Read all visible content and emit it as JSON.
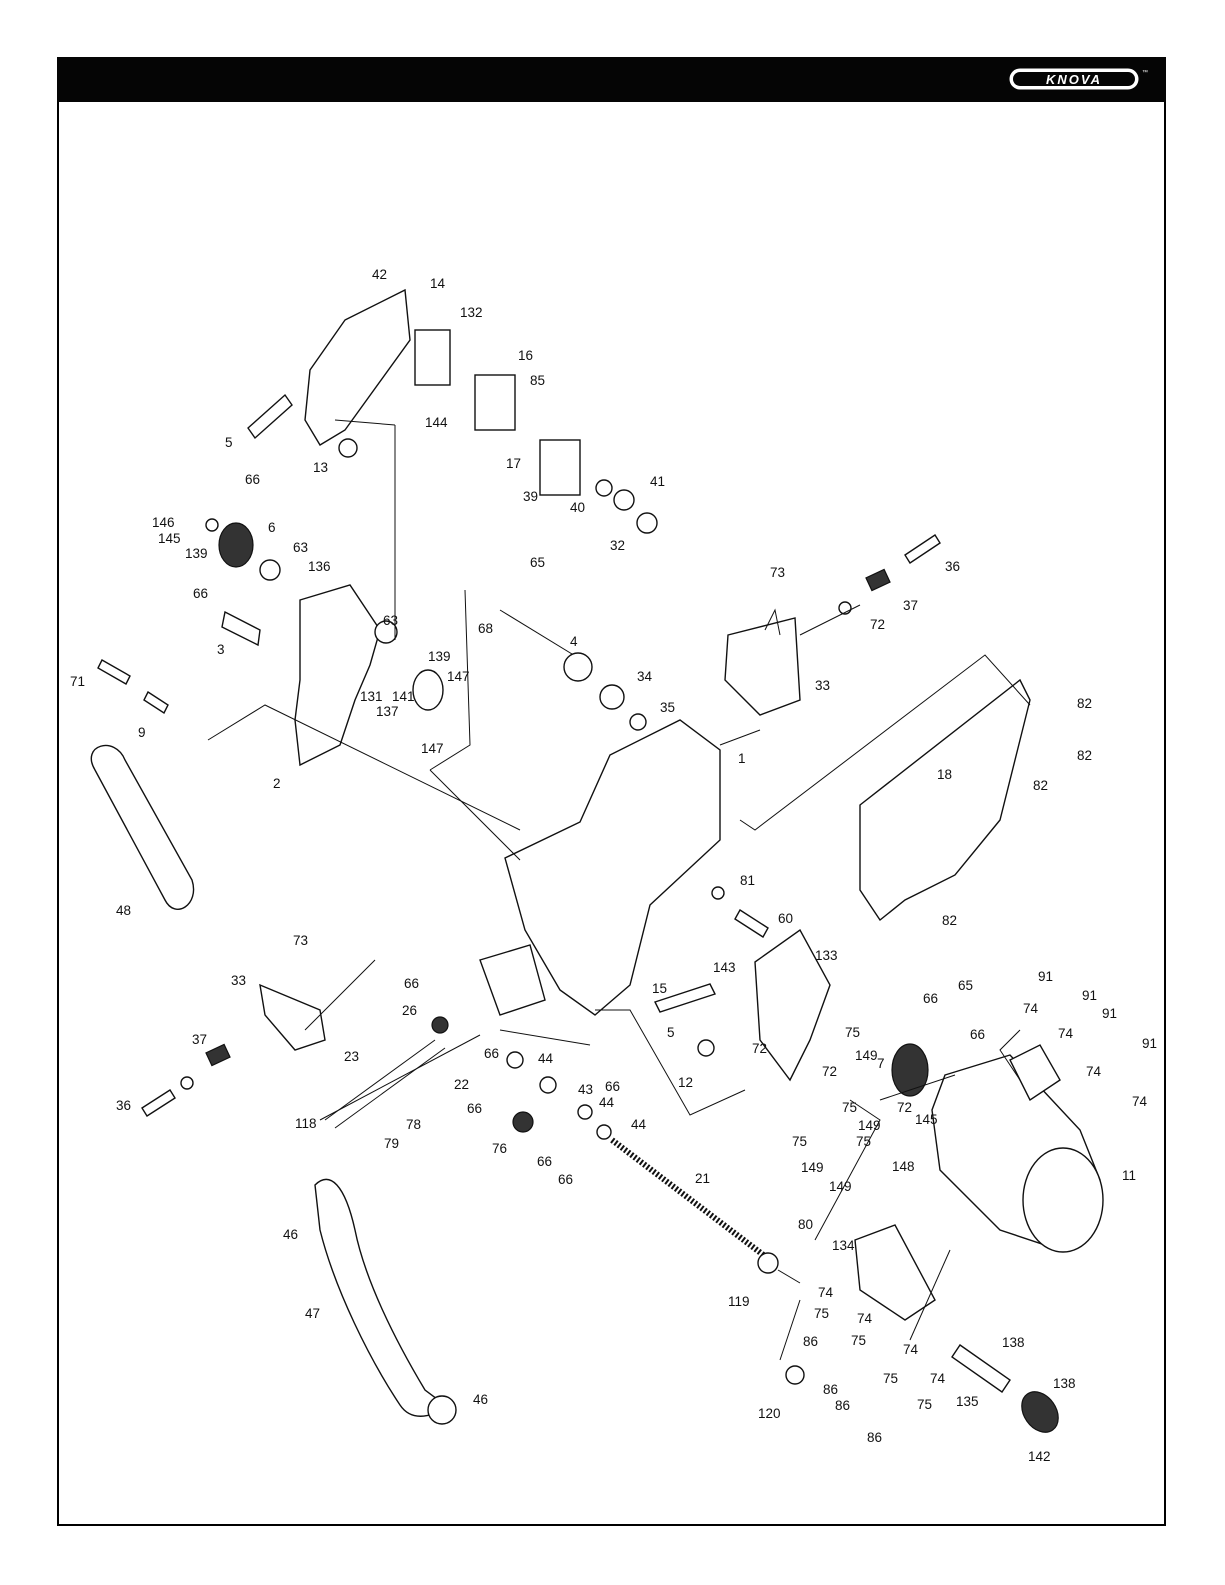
{
  "brand": {
    "logo_text": "KNOVA",
    "trademark": "™"
  },
  "colors": {
    "header_bg": "#050505",
    "line": "#111111",
    "background": "#ffffff"
  },
  "diagram": {
    "type": "exploded-parts-view",
    "labels": [
      {
        "id": "l42",
        "text": "42"
      },
      {
        "id": "l14",
        "text": "14"
      },
      {
        "id": "l132",
        "text": "132"
      },
      {
        "id": "l16",
        "text": "16"
      },
      {
        "id": "l85",
        "text": "85"
      },
      {
        "id": "l144",
        "text": "144"
      },
      {
        "id": "l5a",
        "text": "5"
      },
      {
        "id": "l13",
        "text": "13"
      },
      {
        "id": "l17",
        "text": "17"
      },
      {
        "id": "l41",
        "text": "41"
      },
      {
        "id": "l39",
        "text": "39"
      },
      {
        "id": "l40",
        "text": "40"
      },
      {
        "id": "l32",
        "text": "32"
      },
      {
        "id": "l66a",
        "text": "66"
      },
      {
        "id": "l146",
        "text": "146"
      },
      {
        "id": "l145a",
        "text": "145"
      },
      {
        "id": "l139a",
        "text": "139"
      },
      {
        "id": "l6",
        "text": "6"
      },
      {
        "id": "l63a",
        "text": "63"
      },
      {
        "id": "l136",
        "text": "136"
      },
      {
        "id": "l66b",
        "text": "66"
      },
      {
        "id": "l65a",
        "text": "65"
      },
      {
        "id": "l73a",
        "text": "73"
      },
      {
        "id": "l36a",
        "text": "36"
      },
      {
        "id": "l37a",
        "text": "37"
      },
      {
        "id": "l72a",
        "text": "72"
      },
      {
        "id": "l3",
        "text": "3"
      },
      {
        "id": "l63b",
        "text": "63"
      },
      {
        "id": "l68",
        "text": "68"
      },
      {
        "id": "l4",
        "text": "4"
      },
      {
        "id": "l33a",
        "text": "33"
      },
      {
        "id": "l139b",
        "text": "139"
      },
      {
        "id": "l147a",
        "text": "147"
      },
      {
        "id": "l34",
        "text": "34"
      },
      {
        "id": "l71",
        "text": "71"
      },
      {
        "id": "l131",
        "text": "131"
      },
      {
        "id": "l141",
        "text": "141"
      },
      {
        "id": "l137",
        "text": "137"
      },
      {
        "id": "l35",
        "text": "35"
      },
      {
        "id": "l9",
        "text": "9"
      },
      {
        "id": "l147b",
        "text": "147"
      },
      {
        "id": "l82a",
        "text": "82"
      },
      {
        "id": "l1",
        "text": "1"
      },
      {
        "id": "l82b",
        "text": "82"
      },
      {
        "id": "l2",
        "text": "2"
      },
      {
        "id": "l18",
        "text": "18"
      },
      {
        "id": "l82c",
        "text": "82"
      },
      {
        "id": "l48",
        "text": "48"
      },
      {
        "id": "l81",
        "text": "81"
      },
      {
        "id": "l60",
        "text": "60"
      },
      {
        "id": "l82d",
        "text": "82"
      },
      {
        "id": "l73b",
        "text": "73"
      },
      {
        "id": "l133",
        "text": "133"
      },
      {
        "id": "l33b",
        "text": "33"
      },
      {
        "id": "l143",
        "text": "143"
      },
      {
        "id": "l66c",
        "text": "66"
      },
      {
        "id": "l15",
        "text": "15"
      },
      {
        "id": "l66d",
        "text": "66"
      },
      {
        "id": "l65b",
        "text": "65"
      },
      {
        "id": "l91a",
        "text": "91"
      },
      {
        "id": "l91b",
        "text": "91"
      },
      {
        "id": "l26",
        "text": "26"
      },
      {
        "id": "l74a",
        "text": "74"
      },
      {
        "id": "l91c",
        "text": "91"
      },
      {
        "id": "l66e",
        "text": "66"
      },
      {
        "id": "l91d",
        "text": "91"
      },
      {
        "id": "l37b",
        "text": "37"
      },
      {
        "id": "l5b",
        "text": "5"
      },
      {
        "id": "l75a",
        "text": "75"
      },
      {
        "id": "l72b",
        "text": "72"
      },
      {
        "id": "l74b",
        "text": "74"
      },
      {
        "id": "l23",
        "text": "23"
      },
      {
        "id": "l66f",
        "text": "66"
      },
      {
        "id": "l44a",
        "text": "44"
      },
      {
        "id": "l149a",
        "text": "149"
      },
      {
        "id": "l7",
        "text": "7"
      },
      {
        "id": "l72c",
        "text": "72"
      },
      {
        "id": "l22",
        "text": "22"
      },
      {
        "id": "l12",
        "text": "12"
      },
      {
        "id": "l74c",
        "text": "74"
      },
      {
        "id": "l43",
        "text": "43"
      },
      {
        "id": "l66g",
        "text": "66"
      },
      {
        "id": "l36b",
        "text": "36"
      },
      {
        "id": "l66h",
        "text": "66"
      },
      {
        "id": "l44b",
        "text": "44"
      },
      {
        "id": "l75b",
        "text": "75"
      },
      {
        "id": "l72d",
        "text": "72"
      },
      {
        "id": "l145b",
        "text": "145"
      },
      {
        "id": "l74d",
        "text": "74"
      },
      {
        "id": "l118",
        "text": "118"
      },
      {
        "id": "l78",
        "text": "78"
      },
      {
        "id": "l149b",
        "text": "149"
      },
      {
        "id": "l44c",
        "text": "44"
      },
      {
        "id": "l79",
        "text": "79"
      },
      {
        "id": "l75c",
        "text": "75"
      },
      {
        "id": "l75d",
        "text": "75"
      },
      {
        "id": "l76",
        "text": "76"
      },
      {
        "id": "l148",
        "text": "148"
      },
      {
        "id": "l66i",
        "text": "66"
      },
      {
        "id": "l149c",
        "text": "149"
      },
      {
        "id": "l66j",
        "text": "66"
      },
      {
        "id": "l149d",
        "text": "149"
      },
      {
        "id": "l21",
        "text": "21"
      },
      {
        "id": "l11",
        "text": "11"
      },
      {
        "id": "l46a",
        "text": "46"
      },
      {
        "id": "l80",
        "text": "80"
      },
      {
        "id": "l134",
        "text": "134"
      },
      {
        "id": "l47",
        "text": "47"
      },
      {
        "id": "l74e",
        "text": "74"
      },
      {
        "id": "l119",
        "text": "119"
      },
      {
        "id": "l75e",
        "text": "75"
      },
      {
        "id": "l74f",
        "text": "74"
      },
      {
        "id": "l86a",
        "text": "86"
      },
      {
        "id": "l75f",
        "text": "75"
      },
      {
        "id": "l138a",
        "text": "138"
      },
      {
        "id": "l74g",
        "text": "74"
      },
      {
        "id": "l75g",
        "text": "75"
      },
      {
        "id": "l74h",
        "text": "74"
      },
      {
        "id": "l138b",
        "text": "138"
      },
      {
        "id": "l86b",
        "text": "86"
      },
      {
        "id": "l86c",
        "text": "86"
      },
      {
        "id": "l75h",
        "text": "75"
      },
      {
        "id": "l135",
        "text": "135"
      },
      {
        "id": "l46b",
        "text": "46"
      },
      {
        "id": "l120",
        "text": "120"
      },
      {
        "id": "l86d",
        "text": "86"
      },
      {
        "id": "l142",
        "text": "142"
      }
    ]
  }
}
